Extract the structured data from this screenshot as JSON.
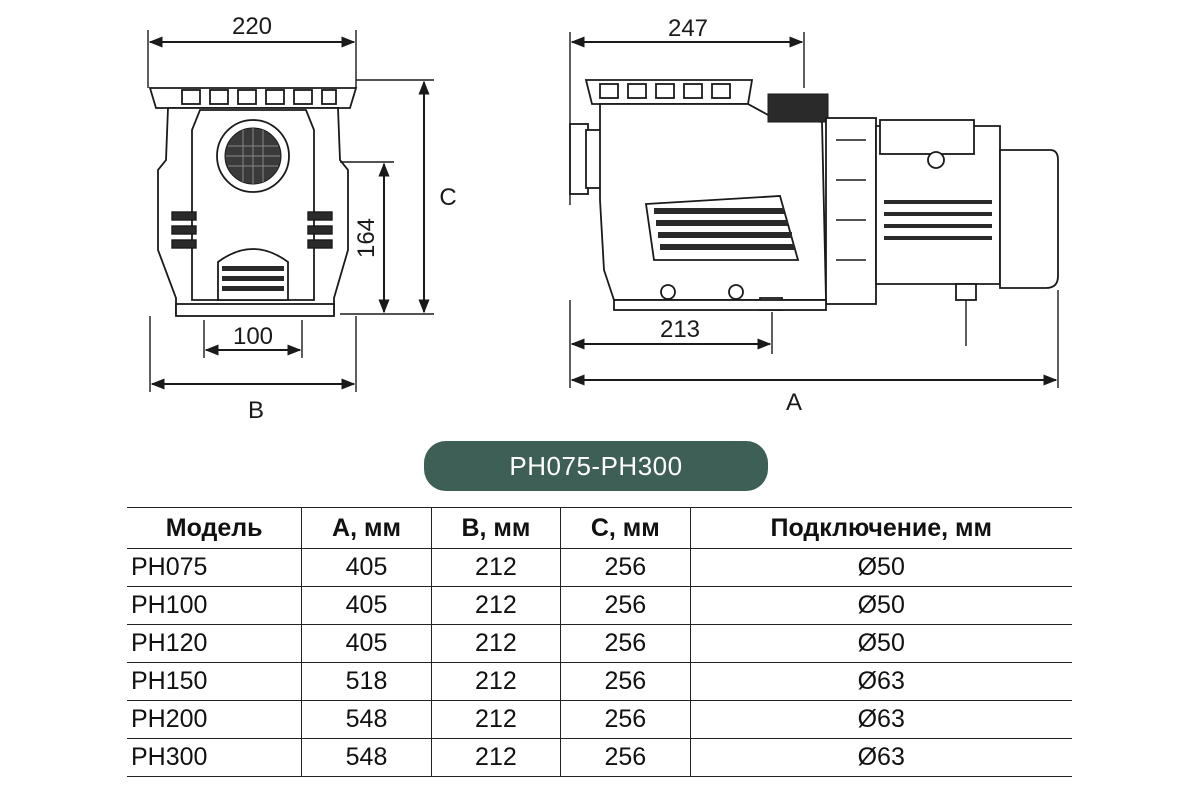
{
  "drawing": {
    "front_view": {
      "width_top": "220",
      "height_side": "164",
      "base_width": "100",
      "label_c": "C",
      "label_b": "B"
    },
    "side_view": {
      "width_top": "247",
      "base_offset": "213",
      "label_a": "A"
    }
  },
  "banner": {
    "title": "PH075-PH300"
  },
  "table": {
    "headers": [
      "Модель",
      "A, мм",
      "B, мм",
      "C, мм",
      "Подключение, мм"
    ],
    "rows": [
      [
        "PH075",
        "405",
        "212",
        "256",
        "Ø50"
      ],
      [
        "PH100",
        "405",
        "212",
        "256",
        "Ø50"
      ],
      [
        "PH120",
        "405",
        "212",
        "256",
        "Ø50"
      ],
      [
        "PH150",
        "518",
        "212",
        "256",
        "Ø63"
      ],
      [
        "PH200",
        "548",
        "212",
        "256",
        "Ø63"
      ],
      [
        "PH300",
        "548",
        "212",
        "256",
        "Ø63"
      ]
    ]
  }
}
